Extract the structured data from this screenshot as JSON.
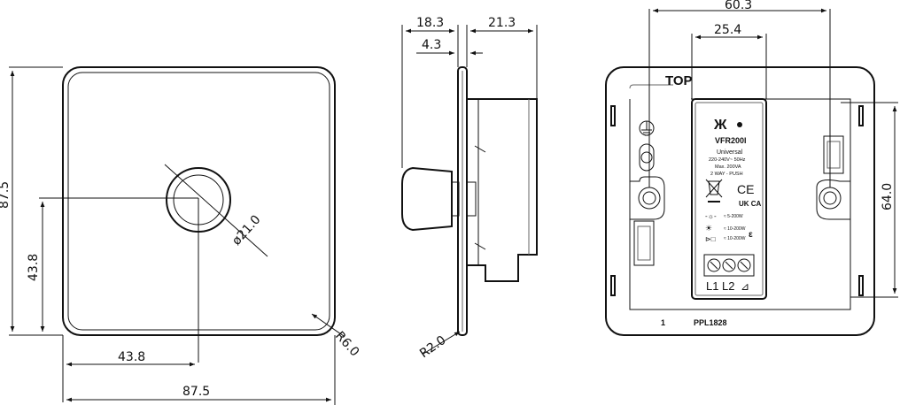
{
  "front_view": {
    "dim_width": "87.5",
    "dim_height": "87.5",
    "dim_center_x": "43.8",
    "dim_center_y": "43.8",
    "dim_knob_dia": "ø21.0",
    "dim_corner_radius": "R6.0"
  },
  "side_view": {
    "dim_depth_front": "18.3",
    "dim_plate": "4.3",
    "dim_depth_back": "21.3",
    "dim_edge_radius": "R2.0"
  },
  "rear_view": {
    "dim_fixing_width": "60.3",
    "dim_module_width": "25.4",
    "dim_fixing_height": "64.0",
    "top_label": "TOP",
    "brand_mark": "Ж",
    "model": "VFR200I",
    "spec_lines": [
      "Universal",
      "220-240V~ 50Hz",
      "Max. 200VA",
      "2 WAY - PUSH"
    ],
    "marks": [
      "CE",
      "UK CA"
    ],
    "load_lines": [
      "≈ 5-200W",
      "≈ 10-200W",
      "≈ 10-200W"
    ],
    "terminals": [
      "L1",
      "L2"
    ],
    "footer_left": "1",
    "footer_code": "PPL1828"
  }
}
